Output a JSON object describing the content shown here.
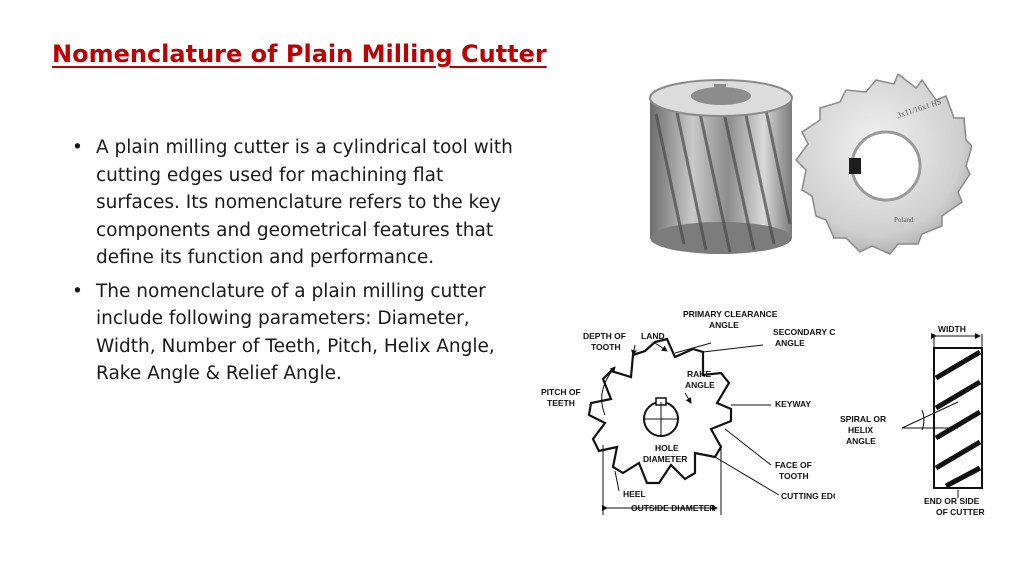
{
  "title": "Nomenclature of Plain Milling Cutter",
  "bullets": [
    "A plain milling cutter is a cylindrical tool with cutting edges used for machining flat surfaces. Its nomenclature refers to the key components and geometrical features that define its function and performance.",
    "The nomenclature of a plain milling cutter include following parameters: Diameter, Width, Number of Teeth, Pitch, Helix Angle, Rake Angle & Relief Angle."
  ],
  "photo": {
    "stamp_text": "3x11/16x1 HS",
    "brand_text": "Poland"
  },
  "diagram": {
    "labels": {
      "primary_clearance_1": "PRIMARY CLEARANCE",
      "primary_clearance_2": "ANGLE",
      "secondary_clearance_1": "SECONDARY CLEARANCE",
      "secondary_clearance_2": "ANGLE",
      "depth_1": "DEPTH OF",
      "depth_2": "TOOTH",
      "land": "LAND",
      "rake_1": "RAKE",
      "rake_2": "ANGLE",
      "pitch_1": "PITCH OF",
      "pitch_2": "TEETH",
      "keyway": "KEYWAY",
      "hole_1": "HOLE",
      "hole_2": "DIAMETER",
      "face_1": "FACE OF",
      "face_2": "TOOTH",
      "heel": "HEEL",
      "cutting_edge": "CUTTING EDGE",
      "outside_diameter": "OUTSIDE DIAMETER",
      "width": "WIDTH",
      "spiral_1": "SPIRAL OR",
      "spiral_2": "HELIX",
      "spiral_3": "ANGLE",
      "end_1": "END OR SIDE",
      "end_2": "OF CUTTER"
    }
  }
}
